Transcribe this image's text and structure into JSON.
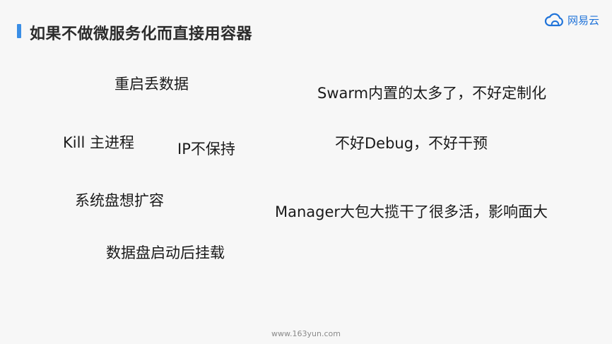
{
  "slide": {
    "title": "如果不做微服务化而直接用容器",
    "logo": {
      "icon": "cloud-logo-icon",
      "text": "网易云",
      "color": "#1f73d9"
    },
    "accent_color": "#3a8ee6",
    "points": [
      "重启丢数据",
      "Kill 主进程",
      "IP不保持",
      "系统盘想扩容",
      "数据盘启动后挂载",
      "Swarm内置的太多了，不好定制化",
      "不好Debug，不好干预",
      "Manager大包大揽干了很多活，影响面大"
    ],
    "footer": "www.163yun.com"
  }
}
